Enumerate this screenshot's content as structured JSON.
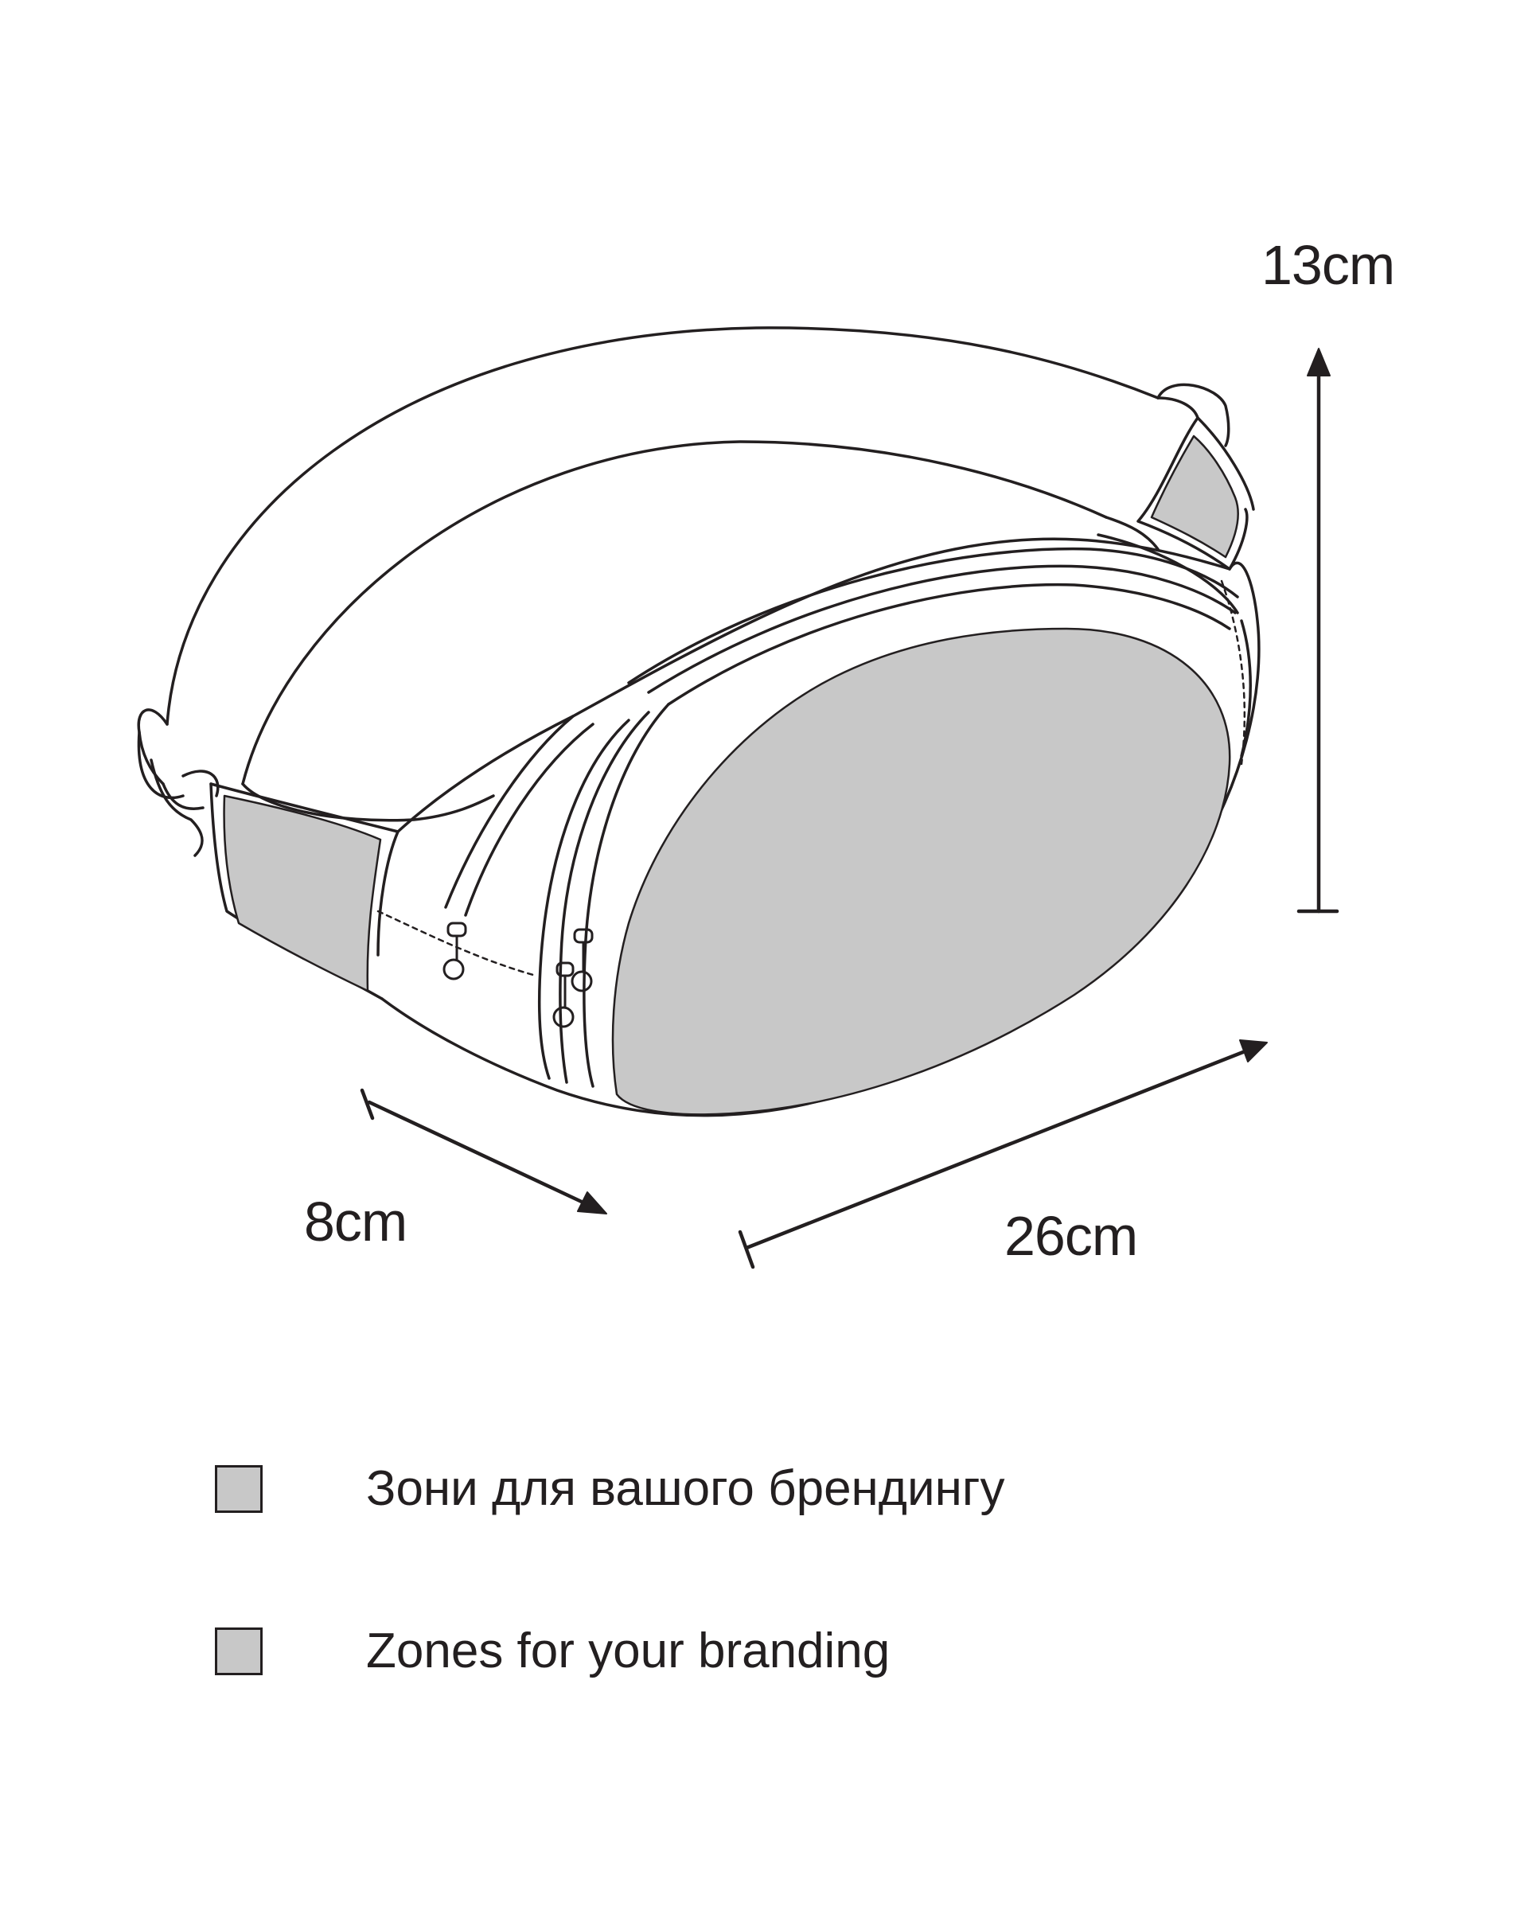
{
  "dimensions": {
    "height": "13cm",
    "depth": "8cm",
    "width": "26cm"
  },
  "legend": [
    {
      "label": "Зони для вашого брендингу"
    },
    {
      "label": "Zones for your branding"
    }
  ],
  "colors": {
    "line": "#231f20",
    "branding_zone": "#c8c8c8",
    "background": "#ffffff"
  }
}
